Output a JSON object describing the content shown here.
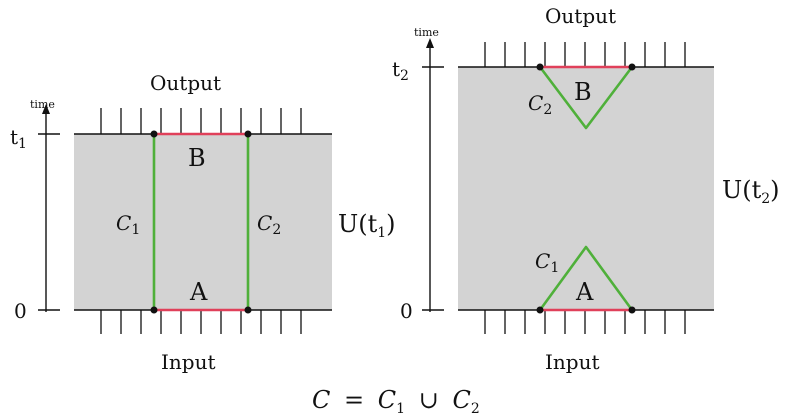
{
  "colors": {
    "panel_fill": "#d3d3d3",
    "boundary_line": "#e0405a",
    "cut_line": "#4fb03a",
    "axis": "#111111",
    "dot": "#111111"
  },
  "left_panel": {
    "output_label": "Output",
    "input_label": "Input",
    "region_top": "B",
    "region_bottom": "A",
    "axis_label": "time",
    "tick_top": "t",
    "tick_top_sub": "1",
    "tick_bottom": "0",
    "curve_left": "C",
    "curve_left_sub": "1",
    "curve_right": "C",
    "curve_right_sub": "2",
    "unitary": "U(t",
    "unitary_sub": "1",
    "unitary_close": ")"
  },
  "right_panel": {
    "output_label": "Output",
    "input_label": "Input",
    "region_top": "B",
    "region_bottom": "A",
    "axis_label": "time",
    "tick_top": "t",
    "tick_top_sub": "2",
    "tick_bottom": "0",
    "curve_top": "C",
    "curve_top_sub": "2",
    "curve_bottom": "C",
    "curve_bottom_sub": "1",
    "unitary": "U(t",
    "unitary_sub": "2",
    "unitary_close": ")"
  },
  "equation": {
    "lhs": "C",
    "equals": "=",
    "term1": "C",
    "term1_sub": "1",
    "union": "∪",
    "term2": "C",
    "term2_sub": "2"
  }
}
